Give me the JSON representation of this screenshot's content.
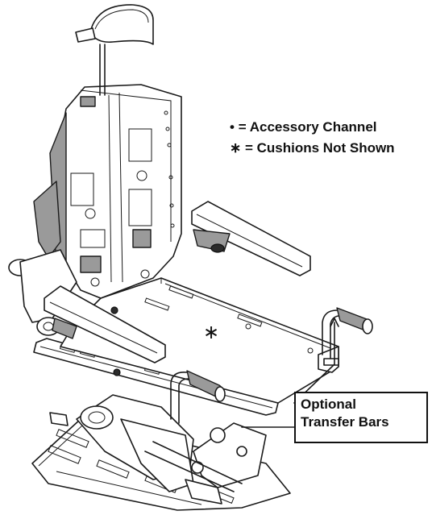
{
  "legend": [
    {
      "symbol": "•",
      "label": "= Accessory Channel"
    },
    {
      "symbol": "∗",
      "label": "= Cushions Not Shown"
    }
  ],
  "callout": {
    "line1": "Optional",
    "line2": "Transfer Bars"
  },
  "seat_mark": "∗"
}
